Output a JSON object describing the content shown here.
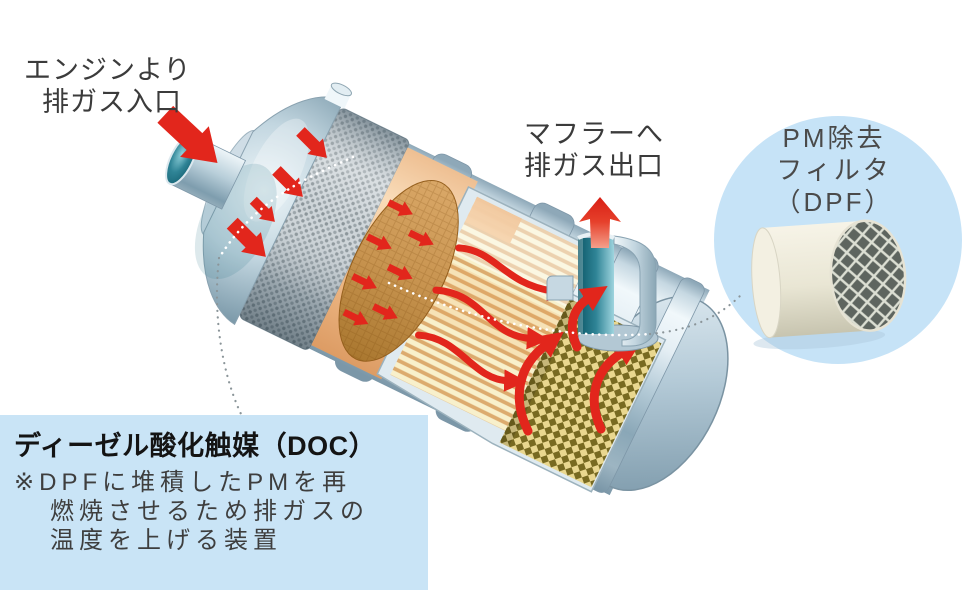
{
  "labels": {
    "engine_inlet": [
      "エンジンより",
      "排ガス入口"
    ],
    "muffler_outlet": [
      "マフラーへ",
      "排ガス出口"
    ],
    "pm_filter_bubble": [
      "PM除去",
      "フィルタ",
      "（DPF）"
    ],
    "doc_box": {
      "title": "ディーゼル酸化触媒（DOC）",
      "note": [
        "※DPFに堆積したPMを再",
        "燃焼させるため排ガスの",
        "温度を上げる装置"
      ]
    }
  },
  "colors": {
    "background": "#ffffff",
    "bubble_bg": "#c6e3f7",
    "doc_box_bg": "#c9e4f6",
    "arrow_red": "#e2261c",
    "shell_steel": "#b7cdd9",
    "pipe_teal": "#2f8496",
    "filter_cream": "#f8f0cb",
    "filter_tan": "#dcab6e",
    "catalyst_brown": "#c89450",
    "mat_peach": "#f0bd8c",
    "dpf_olive": "#786a21",
    "dpf_gold": "#e9d78f",
    "label_text": "#3b3b3b"
  }
}
